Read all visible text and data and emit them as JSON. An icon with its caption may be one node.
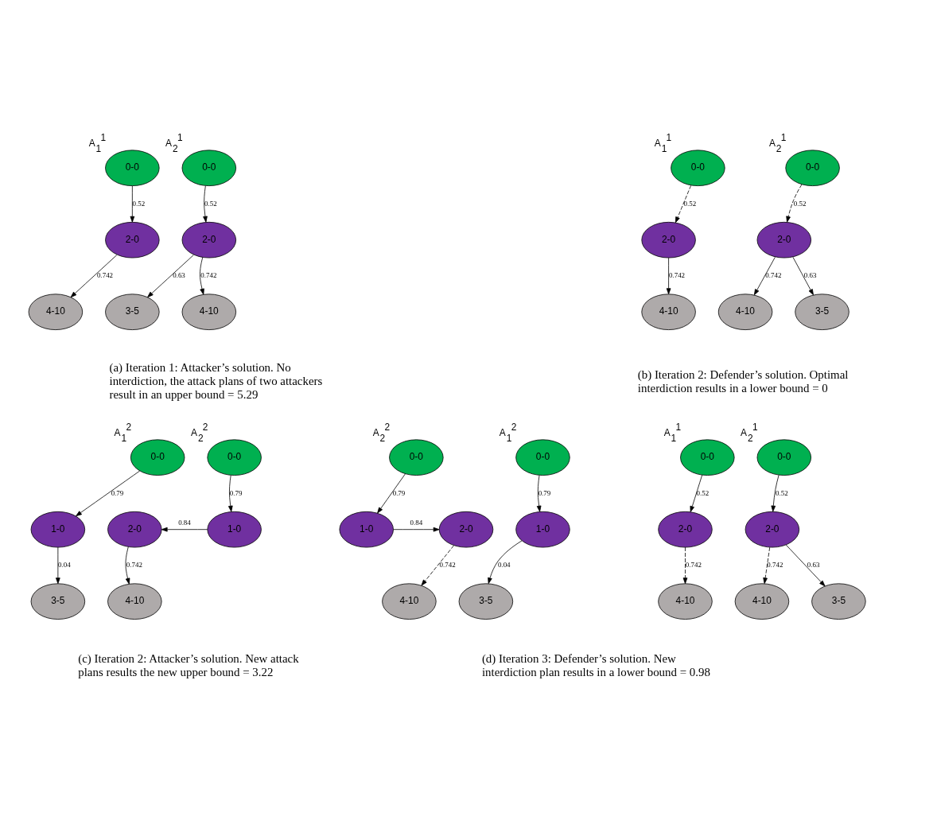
{
  "diagram": {
    "nodes": [
      {
        "text": [
          "0-0"
        ],
        "beside": [
          "A$_{1}$$^{1}$"
        ]
      },
      {
        "text": [
          "2-0"
        ]
      },
      {
        "text": [
          "4-10"
        ]
      },
      {
        "text": [
          "0-0"
        ],
        "beside": [
          "A$_{2}$$^{1}$"
        ]
      },
      {
        "text": [
          "2-0"
        ]
      },
      {
        "text": [
          "3-5"
        ]
      },
      {
        "text": [
          "4-10"
        ]
      },
      {
        "text": [
          "0-0"
        ],
        "beside": [
          "A$_{1}$$^{1}$"
        ]
      },
      {
        "text": [
          "2-0"
        ]
      },
      {
        "text": [
          "4-10"
        ]
      },
      {
        "text": [
          "0-0"
        ],
        "beside": [
          "A$_{2}$$^{1}$"
        ]
      },
      {
        "text": [
          "2-0"
        ]
      },
      {
        "text": [
          "3-5"
        ]
      },
      {
        "text": [
          "4-10"
        ]
      },
      {
        "text": [
          "0-0"
        ],
        "beside": [
          "A$_{1}$$^{1}$"
        ]
      },
      {
        "text": [
          "2-0"
        ]
      },
      {
        "text": [
          "4-10"
        ]
      },
      {
        "text": [
          "0-0"
        ],
        "beside": [
          "A$_{2}$$^{1}$"
        ]
      },
      {
        "text": [
          "2-0"
        ]
      },
      {
        "text": [
          "3-5"
        ]
      },
      {
        "text": [
          "4-10"
        ]
      },
      {
        "text": [
          "0-0"
        ],
        "beside": [
          "A$_{1}$$^{2}$"
        ]
      },
      {
        "text": [
          "1-0"
        ]
      },
      {
        "text": [
          "3-5"
        ]
      },
      {
        "text": [
          "0-0"
        ],
        "beside": [
          "A$_{2}$$^{2}$"
        ]
      },
      {
        "text": [
          "1-0"
        ]
      },
      {
        "text": [
          "2-0"
        ]
      },
      {
        "text": [
          "4-10"
        ]
      },
      {
        "text": [
          "0-0"
        ],
        "beside": [
          "A$_{1}$$^{2}$"
        ]
      },
      {
        "text": [
          "1-0"
        ]
      },
      {
        "text": [
          "3-5"
        ]
      },
      {
        "text": [
          "0-0"
        ],
        "beside": [
          "A$_{2}$$^{2}$"
        ]
      },
      {
        "text": [
          "1-0"
        ]
      },
      {
        "text": [
          "2-0"
        ]
      },
      {
        "text": [
          "4-10"
        ]
      }
    ],
    "edges": [
      {
        "from": 0,
        "to": 1,
        "arrow": "to",
        "label": "0.52"
      },
      {
        "from": 1,
        "to": 2,
        "arrow": "to",
        "label": "0.742"
      },
      {
        "from": 3,
        "to": 4,
        "arrow": "to",
        "label": "0.52"
      },
      {
        "from": 4,
        "to": 5,
        "arrow": "to",
        "label": "0.63"
      },
      {
        "from": 4,
        "to": 6,
        "arrow": "to",
        "label": "0.742"
      },
      {
        "from": 7,
        "to": 8,
        "arrow": "to",
        "label": "0.52",
        "style": "dashed"
      },
      {
        "from": 8,
        "to": 9,
        "arrow": "to",
        "label": "0.742"
      },
      {
        "from": 10,
        "to": 11,
        "arrow": "to",
        "label": "0.52",
        "style": "dashed"
      },
      {
        "from": 11,
        "to": 12,
        "arrow": "to",
        "label": "0.63"
      },
      {
        "from": 11,
        "to": 13,
        "arrow": "to",
        "label": "0.742"
      },
      {
        "from": 14,
        "to": 15,
        "arrow": "to",
        "label": "0.52"
      },
      {
        "from": 15,
        "to": 16,
        "arrow": "to",
        "label": "0.742",
        "style": "dashed"
      },
      {
        "from": 17,
        "to": 18,
        "arrow": "to",
        "label": "0.52"
      },
      {
        "from": 18,
        "to": 19,
        "arrow": "to",
        "label": "0.63"
      },
      {
        "from": 18,
        "to": 20,
        "arrow": "to",
        "label": "0.742",
        "style": "dashed"
      },
      {
        "from": 21,
        "to": 22,
        "arrow": "to",
        "label": "0.79"
      },
      {
        "from": 22,
        "to": 23,
        "arrow": "to",
        "label": "0.04"
      },
      {
        "from": 24,
        "to": 25,
        "arrow": "to",
        "label": "0.79"
      },
      {
        "from": 25,
        "to": 26,
        "arrow": "to",
        "label": "0.84"
      },
      {
        "from": 26,
        "to": 27,
        "arrow": "to",
        "label": "0.742"
      },
      {
        "from": 28,
        "to": 29,
        "arrow": "to",
        "label": "0.79"
      },
      {
        "from": 29,
        "to": 30,
        "arrow": "to",
        "label": "0.04"
      },
      {
        "from": 31,
        "to": 32,
        "arrow": "to",
        "label": "0.79"
      },
      {
        "from": 32,
        "to": 33,
        "arrow": "to",
        "label": "0.84"
      },
      {
        "from": 33,
        "to": 34,
        "arrow": "to",
        "label": "0.742",
        "style": "dashed"
      }
    ],
    "labels": [
      "(a) Iteration 1: Attacker’s solution. No interdiction, the attack plans of two attackers result in an upper bound = 5.29",
      "(b) Iteration 2: Defender’s solution. Optimal interdiction results in a lower bound = 0",
      "(c) Iteration 2: Attacker’s solution. New attack plans results the new upper bound = 3.22",
      "(d) Iteration 3: Defender’s solution. New interdiction plan results in a lower bound = 0.98"
    ]
  }
}
